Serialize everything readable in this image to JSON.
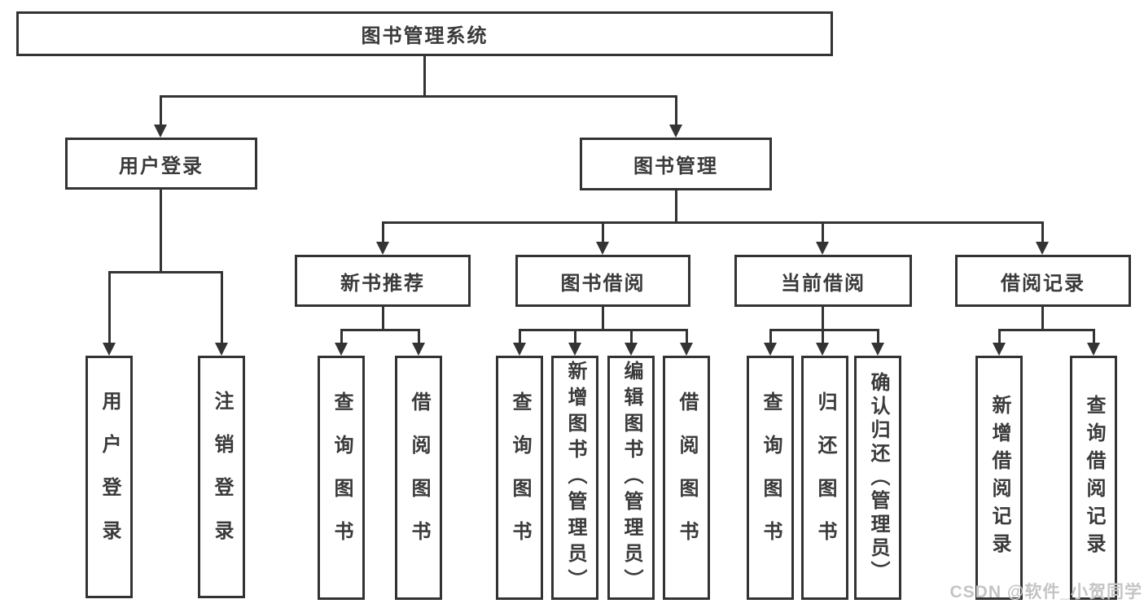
{
  "diagram": {
    "root": "图书管理系统",
    "level2": {
      "user_login": "用户登录",
      "book_mgmt": "图书管理"
    },
    "level3": {
      "new_book": "新书推荐",
      "book_borrow": "图书借阅",
      "current_borrow": "当前借阅",
      "borrow_records": "借阅记录"
    },
    "leaves": {
      "login": "用户登录",
      "logout": "注销登录",
      "nb_query": "查询图书",
      "nb_borrow": "借阅图书",
      "bb_query": "查询图书",
      "bb_add": "新增图书（管理员）",
      "bb_edit": "编辑图书（管理员）",
      "bb_borrow": "借阅图书",
      "cb_query": "查询图书",
      "cb_return": "归还图书",
      "cb_confirm": "确认归还（管理员）",
      "br_add": "新增借阅记录",
      "br_query": "查询借阅记录"
    }
  },
  "watermark": "CSDN @软件_小贺同学",
  "colors": {
    "line": "#333333",
    "text": "#3a3a3a",
    "watermark": "#c6c3c4",
    "background": "#ffffff"
  }
}
